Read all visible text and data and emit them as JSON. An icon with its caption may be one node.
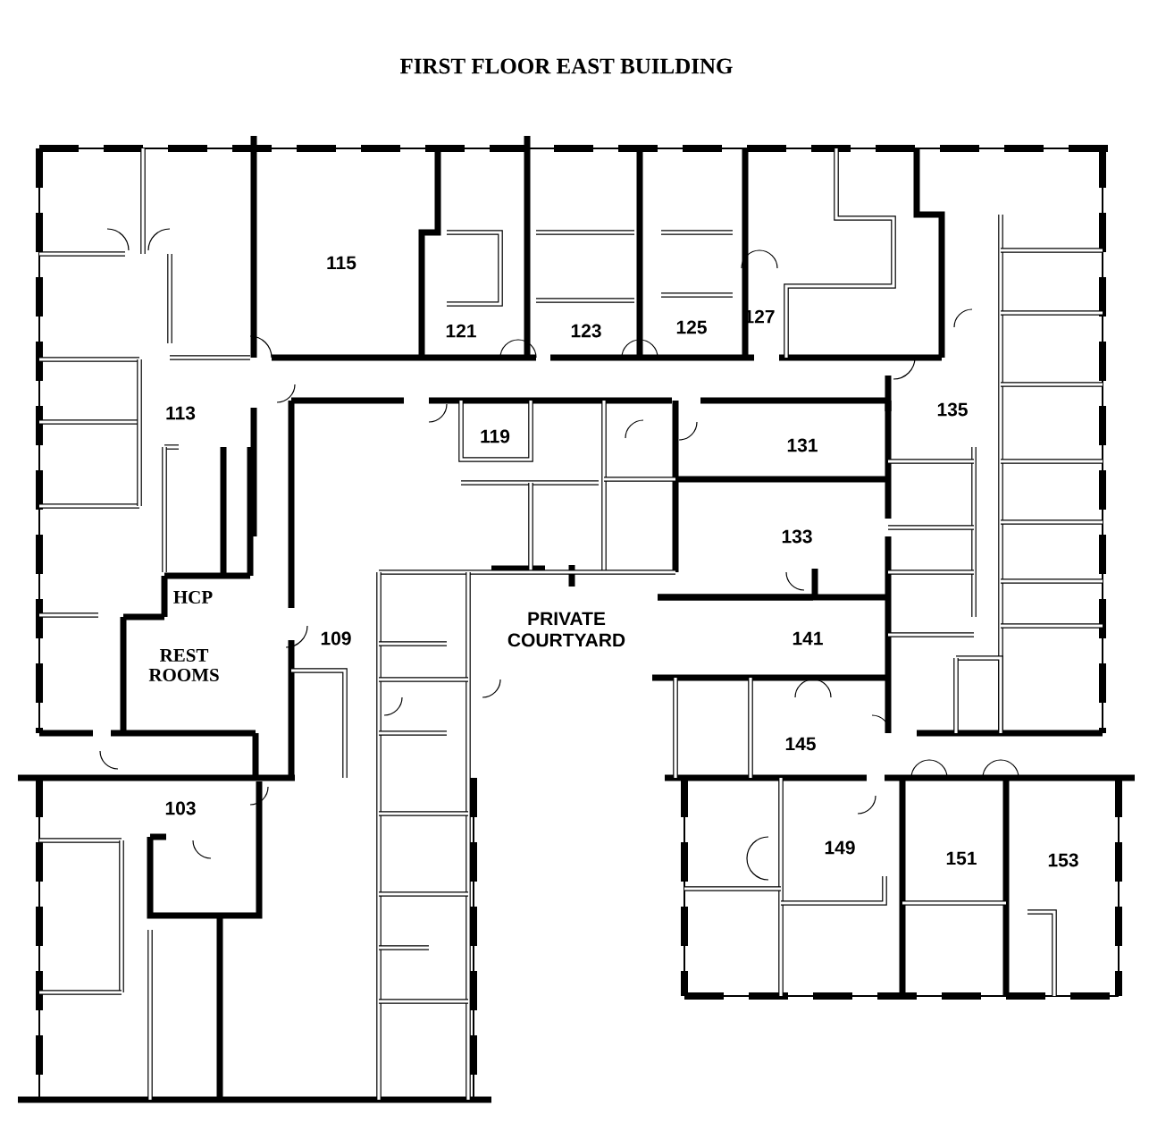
{
  "diagram": {
    "title": "FIRST FLOOR EAST BUILDING",
    "labels": [
      "115",
      "121",
      "123",
      "125",
      "127",
      "113",
      "119",
      "131",
      "135",
      "133",
      "HCP",
      "PRIVATE COURTYARD",
      "109",
      "141",
      "REST ROOMS",
      "145",
      "103",
      "149",
      "151",
      "153"
    ]
  }
}
